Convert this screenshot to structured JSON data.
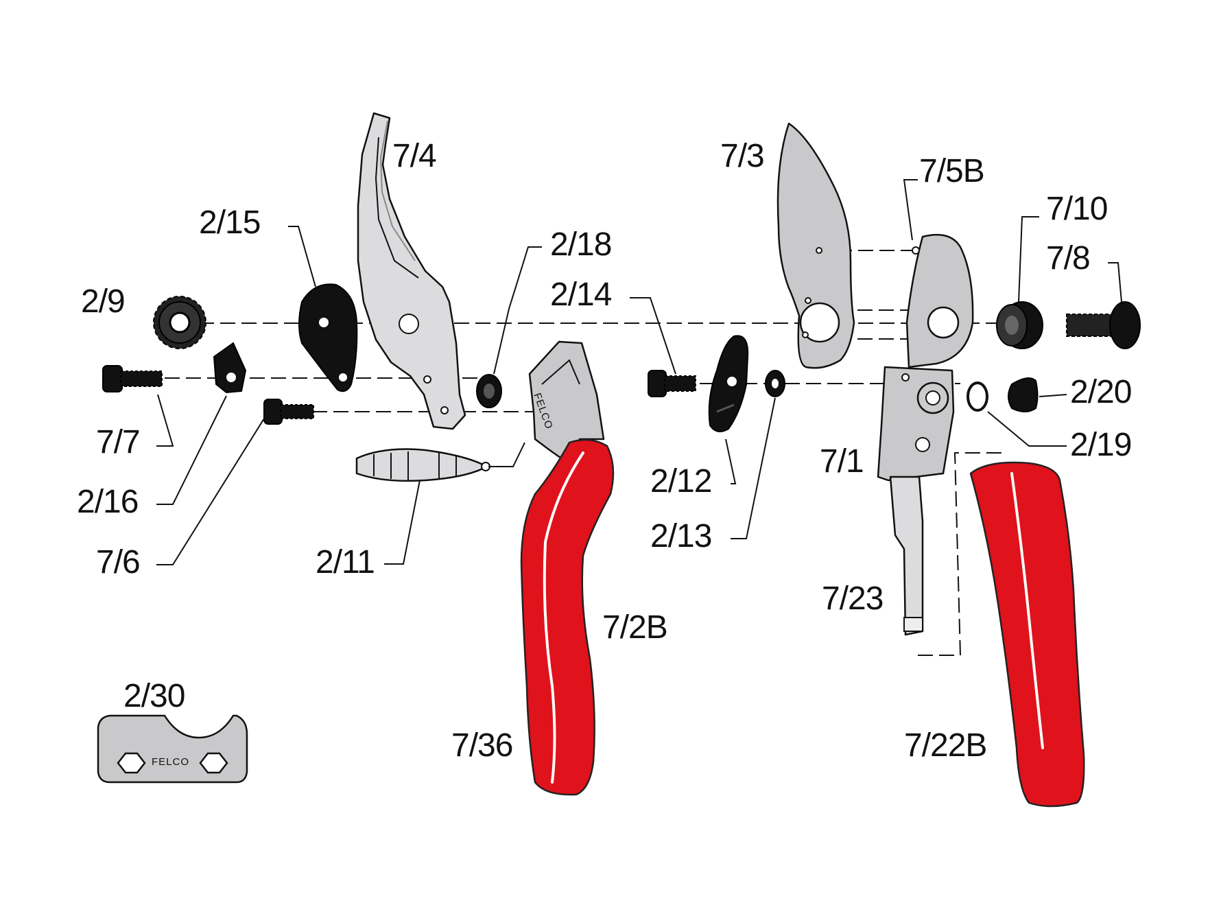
{
  "labels": {
    "p7_4": "7/4",
    "p7_3": "7/3",
    "p7_5B": "7/5B",
    "p2_15": "2/15",
    "p2_18": "2/18",
    "p7_10": "7/10",
    "p7_8": "7/8",
    "p2_9": "2/9",
    "p2_14": "2/14",
    "p2_20": "2/20",
    "p2_19": "2/19",
    "p7_7": "7/7",
    "p7_1": "7/1",
    "p2_16": "2/16",
    "p2_12": "2/12",
    "p7_6": "7/6",
    "p2_11": "2/11",
    "p2_13": "2/13",
    "p7_23": "7/23",
    "p7_2B": "7/2B",
    "p2_30": "2/30",
    "p7_36": "7/36",
    "p7_22B": "7/22B"
  },
  "logos": {
    "handle_brand": "FELCO",
    "wrench_brand": "FELCO"
  },
  "colors": {
    "handle_red": "#e0121c",
    "steel": "#c9c9cb",
    "black_parts": "#111111",
    "line": "#111111"
  }
}
